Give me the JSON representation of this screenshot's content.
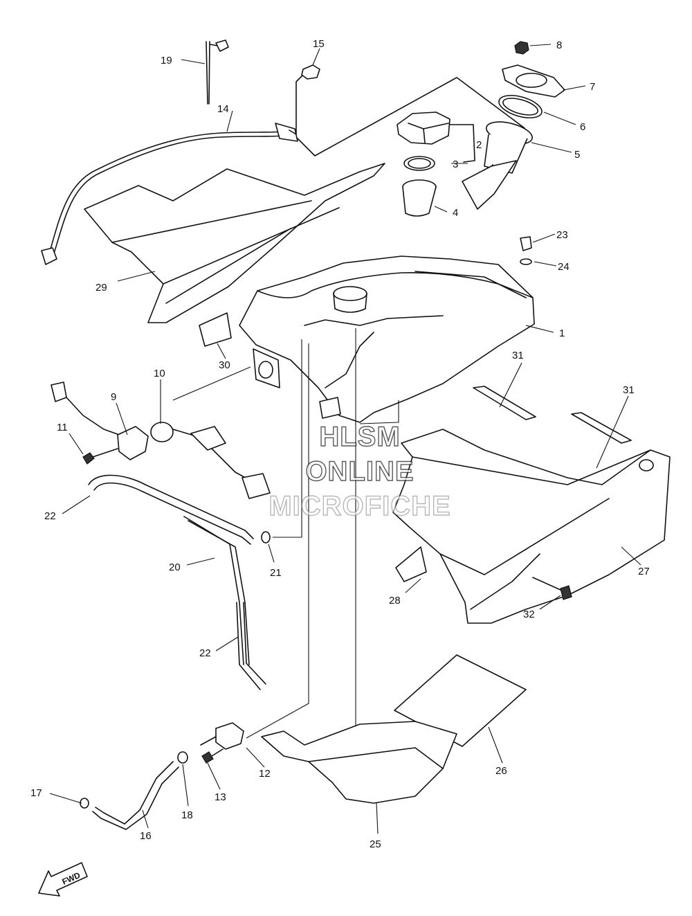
{
  "watermark": {
    "line1": "HLSM",
    "line2": "ONLINE",
    "line3": "MICROFICHE"
  },
  "fwd_label": "FWD",
  "callouts": [
    {
      "id": "c1",
      "label": "1"
    },
    {
      "id": "c2",
      "label": "2"
    },
    {
      "id": "c3",
      "label": "3"
    },
    {
      "id": "c4",
      "label": "4"
    },
    {
      "id": "c5",
      "label": "5"
    },
    {
      "id": "c6",
      "label": "6"
    },
    {
      "id": "c7",
      "label": "7"
    },
    {
      "id": "c8",
      "label": "8"
    },
    {
      "id": "c9",
      "label": "9"
    },
    {
      "id": "c10",
      "label": "10"
    },
    {
      "id": "c11",
      "label": "11"
    },
    {
      "id": "c12",
      "label": "12"
    },
    {
      "id": "c13",
      "label": "13"
    },
    {
      "id": "c14",
      "label": "14"
    },
    {
      "id": "c15",
      "label": "15"
    },
    {
      "id": "c16",
      "label": "16"
    },
    {
      "id": "c17",
      "label": "17"
    },
    {
      "id": "c18",
      "label": "18"
    },
    {
      "id": "c19",
      "label": "19"
    },
    {
      "id": "c20",
      "label": "20"
    },
    {
      "id": "c21",
      "label": "21"
    },
    {
      "id": "c22a",
      "label": "22"
    },
    {
      "id": "c22b",
      "label": "22"
    },
    {
      "id": "c23",
      "label": "23"
    },
    {
      "id": "c24",
      "label": "24"
    },
    {
      "id": "c25",
      "label": "25"
    },
    {
      "id": "c26",
      "label": "26"
    },
    {
      "id": "c27",
      "label": "27"
    },
    {
      "id": "c28",
      "label": "28"
    },
    {
      "id": "c29",
      "label": "29"
    },
    {
      "id": "c30",
      "label": "30"
    },
    {
      "id": "c31a",
      "label": "31"
    },
    {
      "id": "c31b",
      "label": "31"
    },
    {
      "id": "c32",
      "label": "32"
    }
  ]
}
